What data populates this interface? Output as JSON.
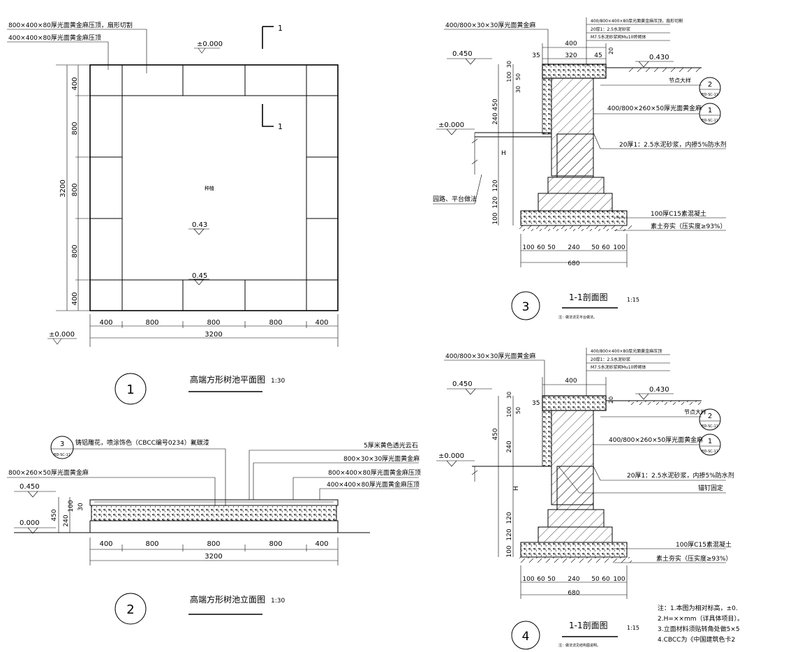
{
  "plan": {
    "note_top1": "800×400×80厚光面黄金麻压顶，扇形切割",
    "note_top2": "400×400×80厚光面黄金麻压顶",
    "elev_zero": "±0.000",
    "cut_mark": "1",
    "center_label": "种植",
    "level_043": "0.43",
    "level_045": "0.45",
    "dims_v": [
      "400",
      "800",
      "800",
      "800",
      "400"
    ],
    "dim_total_v": "3200",
    "dims_h": [
      "400",
      "800",
      "800",
      "800",
      "400"
    ],
    "dim_total_h": "3200",
    "left_level": "±0.000",
    "detail_no": "1",
    "title": "高端方形树池平面图",
    "scale": "1:30"
  },
  "elev": {
    "callout_no": "3",
    "callout_ref": "BD-SC-11",
    "note1": "铸铝雕花，喷涂饰色（CBCC编号0234）氟碳漆",
    "note2": "5厚米黄色透光云石",
    "note3": "800×30×30厚光面黄金麻",
    "note4": "800×260×50厚光面黄金麻",
    "note5": "800×400×80厚光面黄金麻压顶",
    "note6": "400×400×80厚光面黄金麻压顶",
    "level_450": "0.450",
    "level_000": "0.000",
    "dim_450": "450",
    "dim_240": "240",
    "dim_100": "100",
    "dim_30": "30",
    "dims_h": [
      "400",
      "800",
      "800",
      "800",
      "400"
    ],
    "dim_total": "3200",
    "detail_no": "2",
    "title": "高端方形树池立面图",
    "scale": "1:30"
  },
  "sec3": {
    "note_top": "400/800×30×30厚光面黄金麻",
    "note_a": "400/800×400×80厚光面黄金麻压顶，扇形切割",
    "note_b": "20厚1：2.5水泥砂浆",
    "note_c": "M7.5水泥砂浆砌Mu10砖砌体",
    "dim_400": "400",
    "dims_top": [
      "35",
      "320",
      "45"
    ],
    "level_left": "0.450",
    "level_right": "0.430",
    "level_zero": "±0.000",
    "dim_20": "20",
    "dims_v": [
      "30",
      "100",
      "50",
      "30",
      "240",
      "120",
      "120",
      "100"
    ],
    "dim_450": "450",
    "dim_H": "H",
    "label_path": "园路、平台做法",
    "ref_node": "节点大样",
    "callout_a_no": "2",
    "callout_a_ref": "BD-SC-11",
    "callout_b_no": "1",
    "callout_b_ref": "BD-SC-11",
    "note_stone": "400/800×260×50厚光面黄金麻",
    "note_mortar": "20厚1：2.5水泥砂浆，内掺5%防水剂",
    "note_concrete": "100厚C15素混凝土",
    "note_soil": "素土夯实（压实度≥93%）",
    "dims_bottom": [
      "100",
      "60",
      "50",
      "240",
      "50",
      "60",
      "100"
    ],
    "dim_680": "680",
    "detail_no": "3",
    "title": "1-1剖面图",
    "scale": "1:15",
    "foot": "注：做法详见平台做法。"
  },
  "sec4": {
    "note_top": "400/800×30×30厚光面黄金麻",
    "note_a": "400/800×400×80厚光面黄金麻压顶",
    "note_b": "20厚1：2.5水泥砂浆",
    "note_c": "M7.5水泥砂浆砌Mu10砖砌体",
    "dim_400": "400",
    "level_left": "0.450",
    "level_right": "0.430",
    "level_zero": "±0.000",
    "dim_35": "35",
    "dim_20": "20",
    "dims_v": [
      "30",
      "100",
      "50",
      "240",
      "120",
      "120",
      "100"
    ],
    "dim_450": "450",
    "dim_H": "H",
    "ref_node": "节点大样",
    "callout_a_no": "2",
    "callout_a_ref": "BD-SC-11",
    "callout_b_no": "1",
    "callout_b_ref": "BD-SC-11",
    "note_stone": "400/800×260×50厚光面黄金麻",
    "note_mortar": "20厚1：2.5水泥砂浆，内掺5%防水剂",
    "note_anchor": "锚钉固定",
    "note_concrete": "100厚C15素混凝土",
    "note_soil": "素土夯实（压实度≥93%）",
    "dims_bottom": [
      "100",
      "60",
      "50",
      "240",
      "50",
      "60",
      "100"
    ],
    "dim_680": "680",
    "detail_no": "4",
    "title": "1-1剖面图",
    "scale": "1:15",
    "foot": "注：做法详见结构图说明。"
  },
  "notes": {
    "n1": "注：1.本图为相对标高，±0.",
    "n2": "2.H=××mm（详具体项目）。",
    "n3": "3.立面材料须贴转角处做5×5",
    "n4": "4.CBCC为《中国建筑色卡2"
  }
}
